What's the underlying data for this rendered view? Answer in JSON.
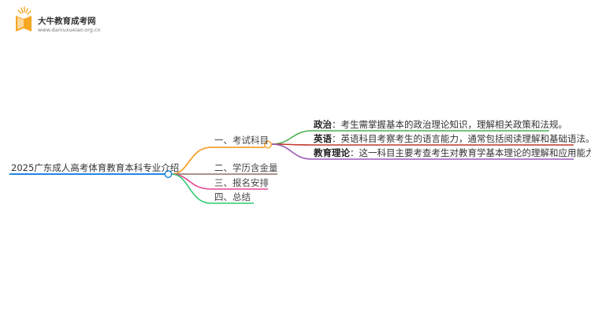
{
  "brand": {
    "name": "大牛教育成考网",
    "url": "www.daniuxueiao.org.cn"
  },
  "mindmap": {
    "root": "2025广东成人高考体育教育本科专业介绍",
    "branches": [
      {
        "label": "一、考试科目",
        "color": "#f5a130",
        "children": [
          {
            "key": "政治",
            "desc": "：考生需掌握基本的政治理论知识，理解相关政策和法规。",
            "color": "#4caf50"
          },
          {
            "key": "英语",
            "desc": "：英语科目考察考生的语言能力，通常包括阅读理解和基础语法。",
            "color": "#c0392b"
          },
          {
            "key": "教育理论",
            "desc": "：这一科目主要考查考生对教育学基本理论的理解和应用能力。",
            "color": "#9b59b6"
          }
        ]
      },
      {
        "label": "二、学历含金量",
        "color": "#8d6e63",
        "children": []
      },
      {
        "label": "三、报名安排",
        "color": "#e84393",
        "children": []
      },
      {
        "label": "四、总结",
        "color": "#2ecc71",
        "children": []
      }
    ],
    "root_color": "#1e88e5"
  }
}
